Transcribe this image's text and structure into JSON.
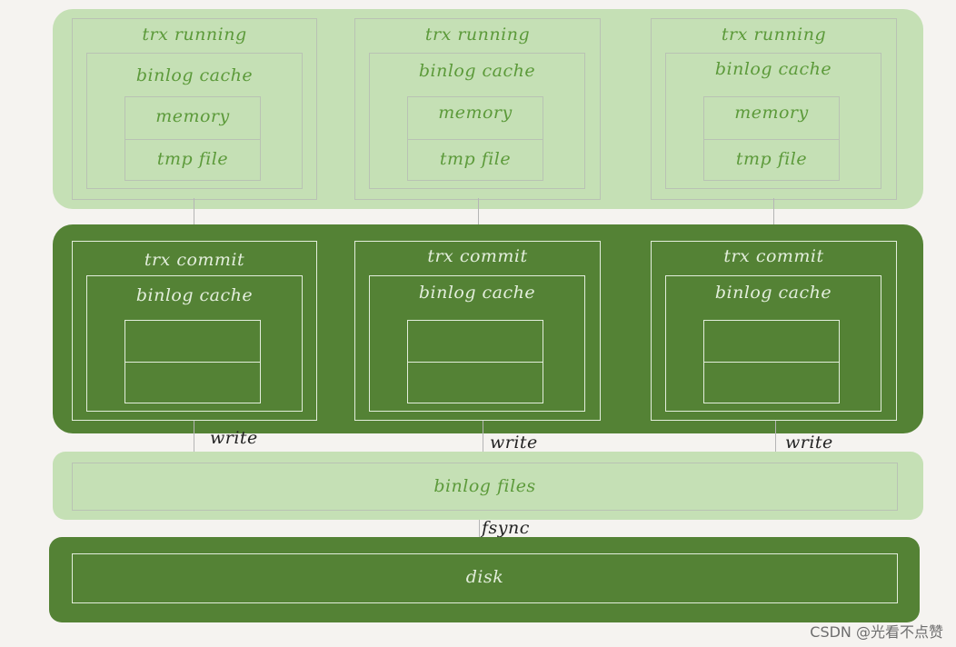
{
  "running": [
    {
      "title": "trx running",
      "cache": "binlog cache",
      "memory": "memory",
      "tmp": "tmp file"
    },
    {
      "title": "trx running",
      "cache": "binlog cache",
      "memory": "memory",
      "tmp": "tmp file"
    },
    {
      "title": "trx running",
      "cache": "binlog cache",
      "memory": "memory",
      "tmp": "tmp file"
    }
  ],
  "commit": [
    {
      "title": "trx commit",
      "cache": "binlog cache"
    },
    {
      "title": "trx commit",
      "cache": "binlog cache"
    },
    {
      "title": "trx commit",
      "cache": "binlog cache"
    }
  ],
  "write_label": "write",
  "files_label": "binlog files",
  "fsync_label": "fsync",
  "disk_label": "disk",
  "watermark": "CSDN @光看不点赞",
  "colors": {
    "light_band": "#c5e0b5",
    "dark_band": "#548235",
    "light_text": "#5c9a3a",
    "dark_text": "#e3eedc"
  }
}
